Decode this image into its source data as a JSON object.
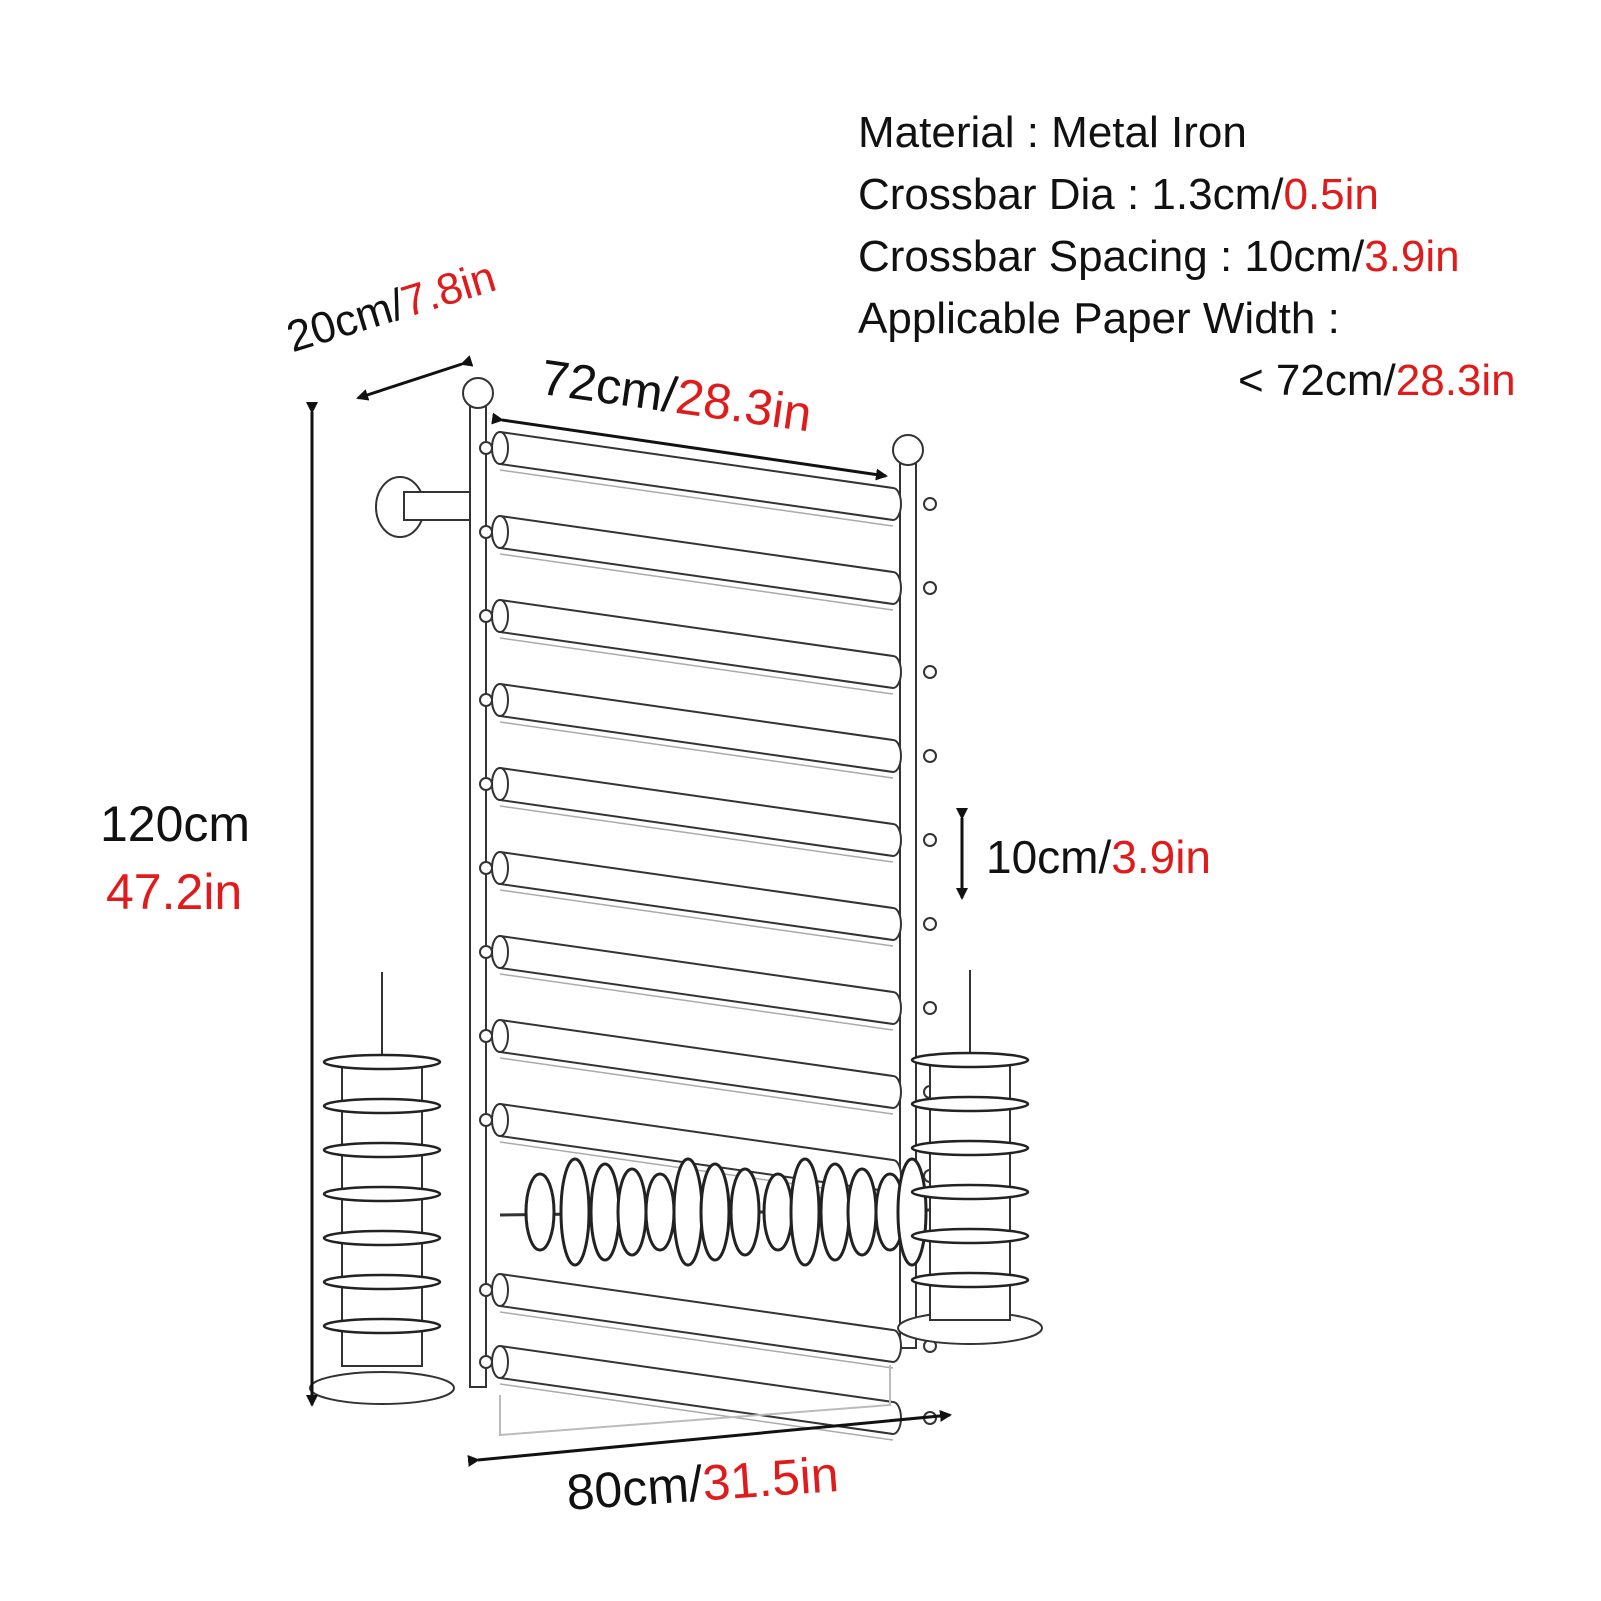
{
  "specs": {
    "material": {
      "label": "Material : ",
      "value": "Metal Iron"
    },
    "crossbar_dia": {
      "label": "Crossbar Dia : ",
      "metric": "1.3cm/",
      "imperial": "0.5in"
    },
    "crossbar_spacing": {
      "label": "Crossbar Spacing : ",
      "metric": "10cm/",
      "imperial": "3.9in"
    },
    "paper_width": {
      "label": "Applicable Paper Width :",
      "metric": "< 72cm/",
      "imperial": "28.3in"
    }
  },
  "dimensions": {
    "depth": {
      "metric": "20cm/",
      "imperial": "7.8in"
    },
    "inner_width": {
      "metric": "72cm/",
      "imperial": "28.3in"
    },
    "height": {
      "metric": "120cm",
      "imperial": "47.2in"
    },
    "spacing": {
      "metric": "10cm/",
      "imperial": "3.9in"
    },
    "outer_width": {
      "metric": "80cm/",
      "imperial": "31.5in"
    }
  },
  "colors": {
    "text": "#111111",
    "accent": "#e01b1b",
    "line": "#333333"
  }
}
